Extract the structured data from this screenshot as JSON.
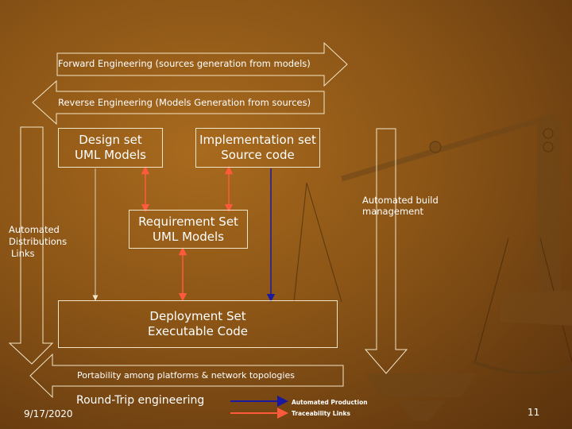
{
  "banners": {
    "forward": "Forward Engineering (sources generation from models)",
    "reverse": "Reverse Engineering (Models Generation from sources)",
    "portability": "Portability among platforms & network topologies"
  },
  "boxes": {
    "design": [
      "Design set",
      "UML Models"
    ],
    "implementation": [
      "Implementation set",
      "Source code"
    ],
    "requirement": [
      "Requirement Set",
      "UML Models"
    ],
    "deployment": [
      "Deployment Set",
      "Executable Code"
    ]
  },
  "side_labels": {
    "distributions": [
      "Automated",
      "Distributions",
      "Links"
    ],
    "build": [
      "Automated build",
      "management"
    ]
  },
  "footer": {
    "round_trip": "Round-Trip engineering",
    "date": "9/17/2020",
    "page": "11"
  },
  "legend": {
    "automated": "Automated Production",
    "traceability": "Traceability Links",
    "automated_color": "#1a1aa0",
    "traceability_color": "#ff5a3c"
  }
}
